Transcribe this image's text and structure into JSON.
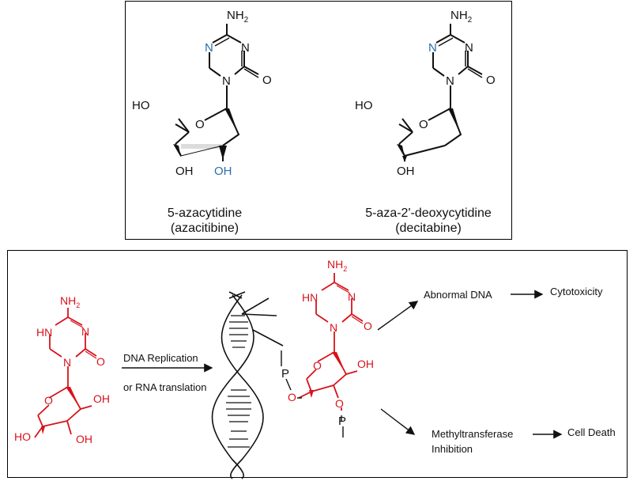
{
  "top_panel": {
    "azacytidine": {
      "amine": "NH",
      "amine_sub": "2",
      "ring_n_left": "N",
      "ring_n_right": "N",
      "ring_n_bottom": "N",
      "carbonyl": "O",
      "ho": "HO",
      "ring_o": "O",
      "oh_left": "OH",
      "oh_right": "OH",
      "name": "5-azacytidine",
      "alt_name": "(azacitibine)"
    },
    "decitabine": {
      "amine": "NH",
      "amine_sub": "2",
      "ring_n_left": "N",
      "ring_n_right": "N",
      "ring_n_bottom": "N",
      "carbonyl": "O",
      "ho": "HO",
      "ring_o": "O",
      "oh": "OH",
      "name": "5-aza-2'-deoxycytidine",
      "alt_name": "(decitabine)"
    }
  },
  "bottom_panel": {
    "left_molecule": {
      "amine": "NH",
      "amine_sub": "2",
      "hn": "HN",
      "ring_n_right": "N",
      "ring_n_bottom": "N",
      "carbonyl": "O",
      "ring_o": "O",
      "oh_right": "OH",
      "oh_bottom": "OH",
      "ho": "HO"
    },
    "process_label_1": "DNA Replication",
    "process_label_2": "or RNA translation",
    "dna_molecule": {
      "amine": "NH",
      "amine_sub": "2",
      "hn": "HN",
      "ring_n_right": "N",
      "ring_n_bottom": "N",
      "carbonyl": "O",
      "ring_o": "O",
      "oh": "OH",
      "p_top": "P",
      "o_left": "O",
      "o_bottom": "O",
      "p_bottom": "P"
    },
    "outcome_1": "Abnormal DNA",
    "outcome_1_result": "Cytotoxicity",
    "outcome_2_line1": "Methyltransferase",
    "outcome_2_line2": "Inhibition",
    "outcome_2_result": "Cell Death"
  },
  "colors": {
    "red": "#d8121b",
    "blue": "#2c6ea6",
    "black": "#111111"
  }
}
